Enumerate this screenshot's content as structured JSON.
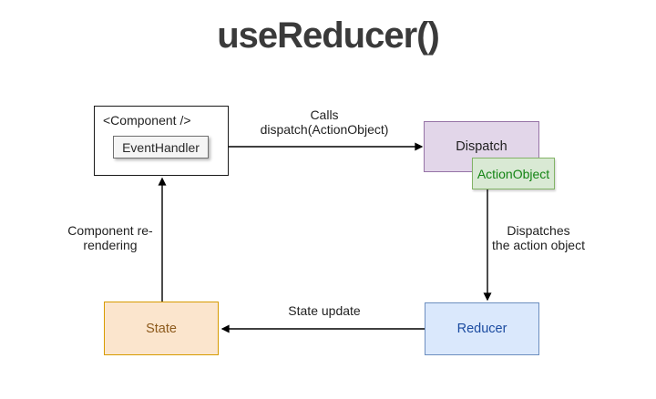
{
  "title": "useReducer()",
  "nodes": {
    "component": {
      "label": "<Component />"
    },
    "event_handler": {
      "label": "EventHandler"
    },
    "dispatch": {
      "label": "Dispatch"
    },
    "action_object": {
      "label": "ActionObject"
    },
    "reducer": {
      "label": "Reducer"
    },
    "state": {
      "label": "State"
    }
  },
  "edges": {
    "calls": {
      "label": "Calls\ndispatch(ActionObject)"
    },
    "dispatches": {
      "label": "Dispatches\nthe action object"
    },
    "state_update": {
      "label": "State update"
    },
    "rerendering": {
      "label": "Component re-\nrendering"
    }
  },
  "colors": {
    "background": "#ffffff",
    "title": "#3a3a3a",
    "line": "#000000",
    "component_fill": "#ffffff",
    "component_border": "#1a1a1a",
    "event_handler_fill": "#f5f5f5",
    "event_handler_border": "#707070",
    "event_handler_text": "#2a2a2a",
    "dispatch_fill": "#e2d6e9",
    "dispatch_border": "#9673a6",
    "dispatch_text": "#1f1f1f",
    "action_fill": "#d9e9d4",
    "action_border": "#82b366",
    "action_text": "#148414",
    "reducer_fill": "#dae8fc",
    "reducer_border": "#6c8ebf",
    "reducer_text": "#1b4ba0",
    "state_fill": "#fbe5cd",
    "state_border": "#d79b00",
    "state_text": "#8d5a1c"
  }
}
